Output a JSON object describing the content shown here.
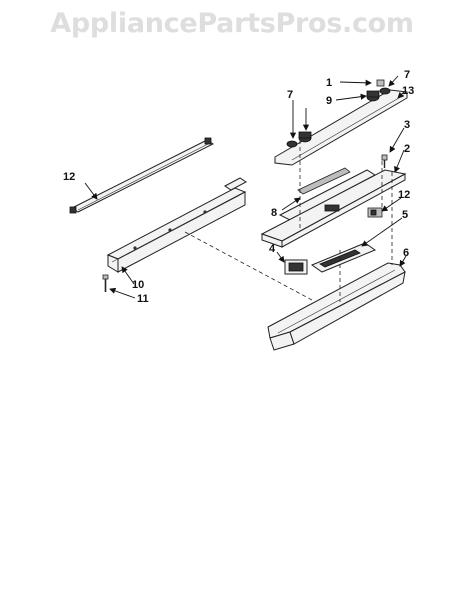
{
  "watermark": "AppliancePartsPros.com",
  "callouts": {
    "c1": "1",
    "c7a": "7",
    "c13": "13",
    "c7b": "7",
    "c9": "9",
    "c3": "3",
    "c2": "2",
    "c12a": "12",
    "c12b": "12",
    "c5": "5",
    "c8": "8",
    "c4": "4",
    "c6": "6",
    "c10": "10",
    "c11": "11"
  }
}
